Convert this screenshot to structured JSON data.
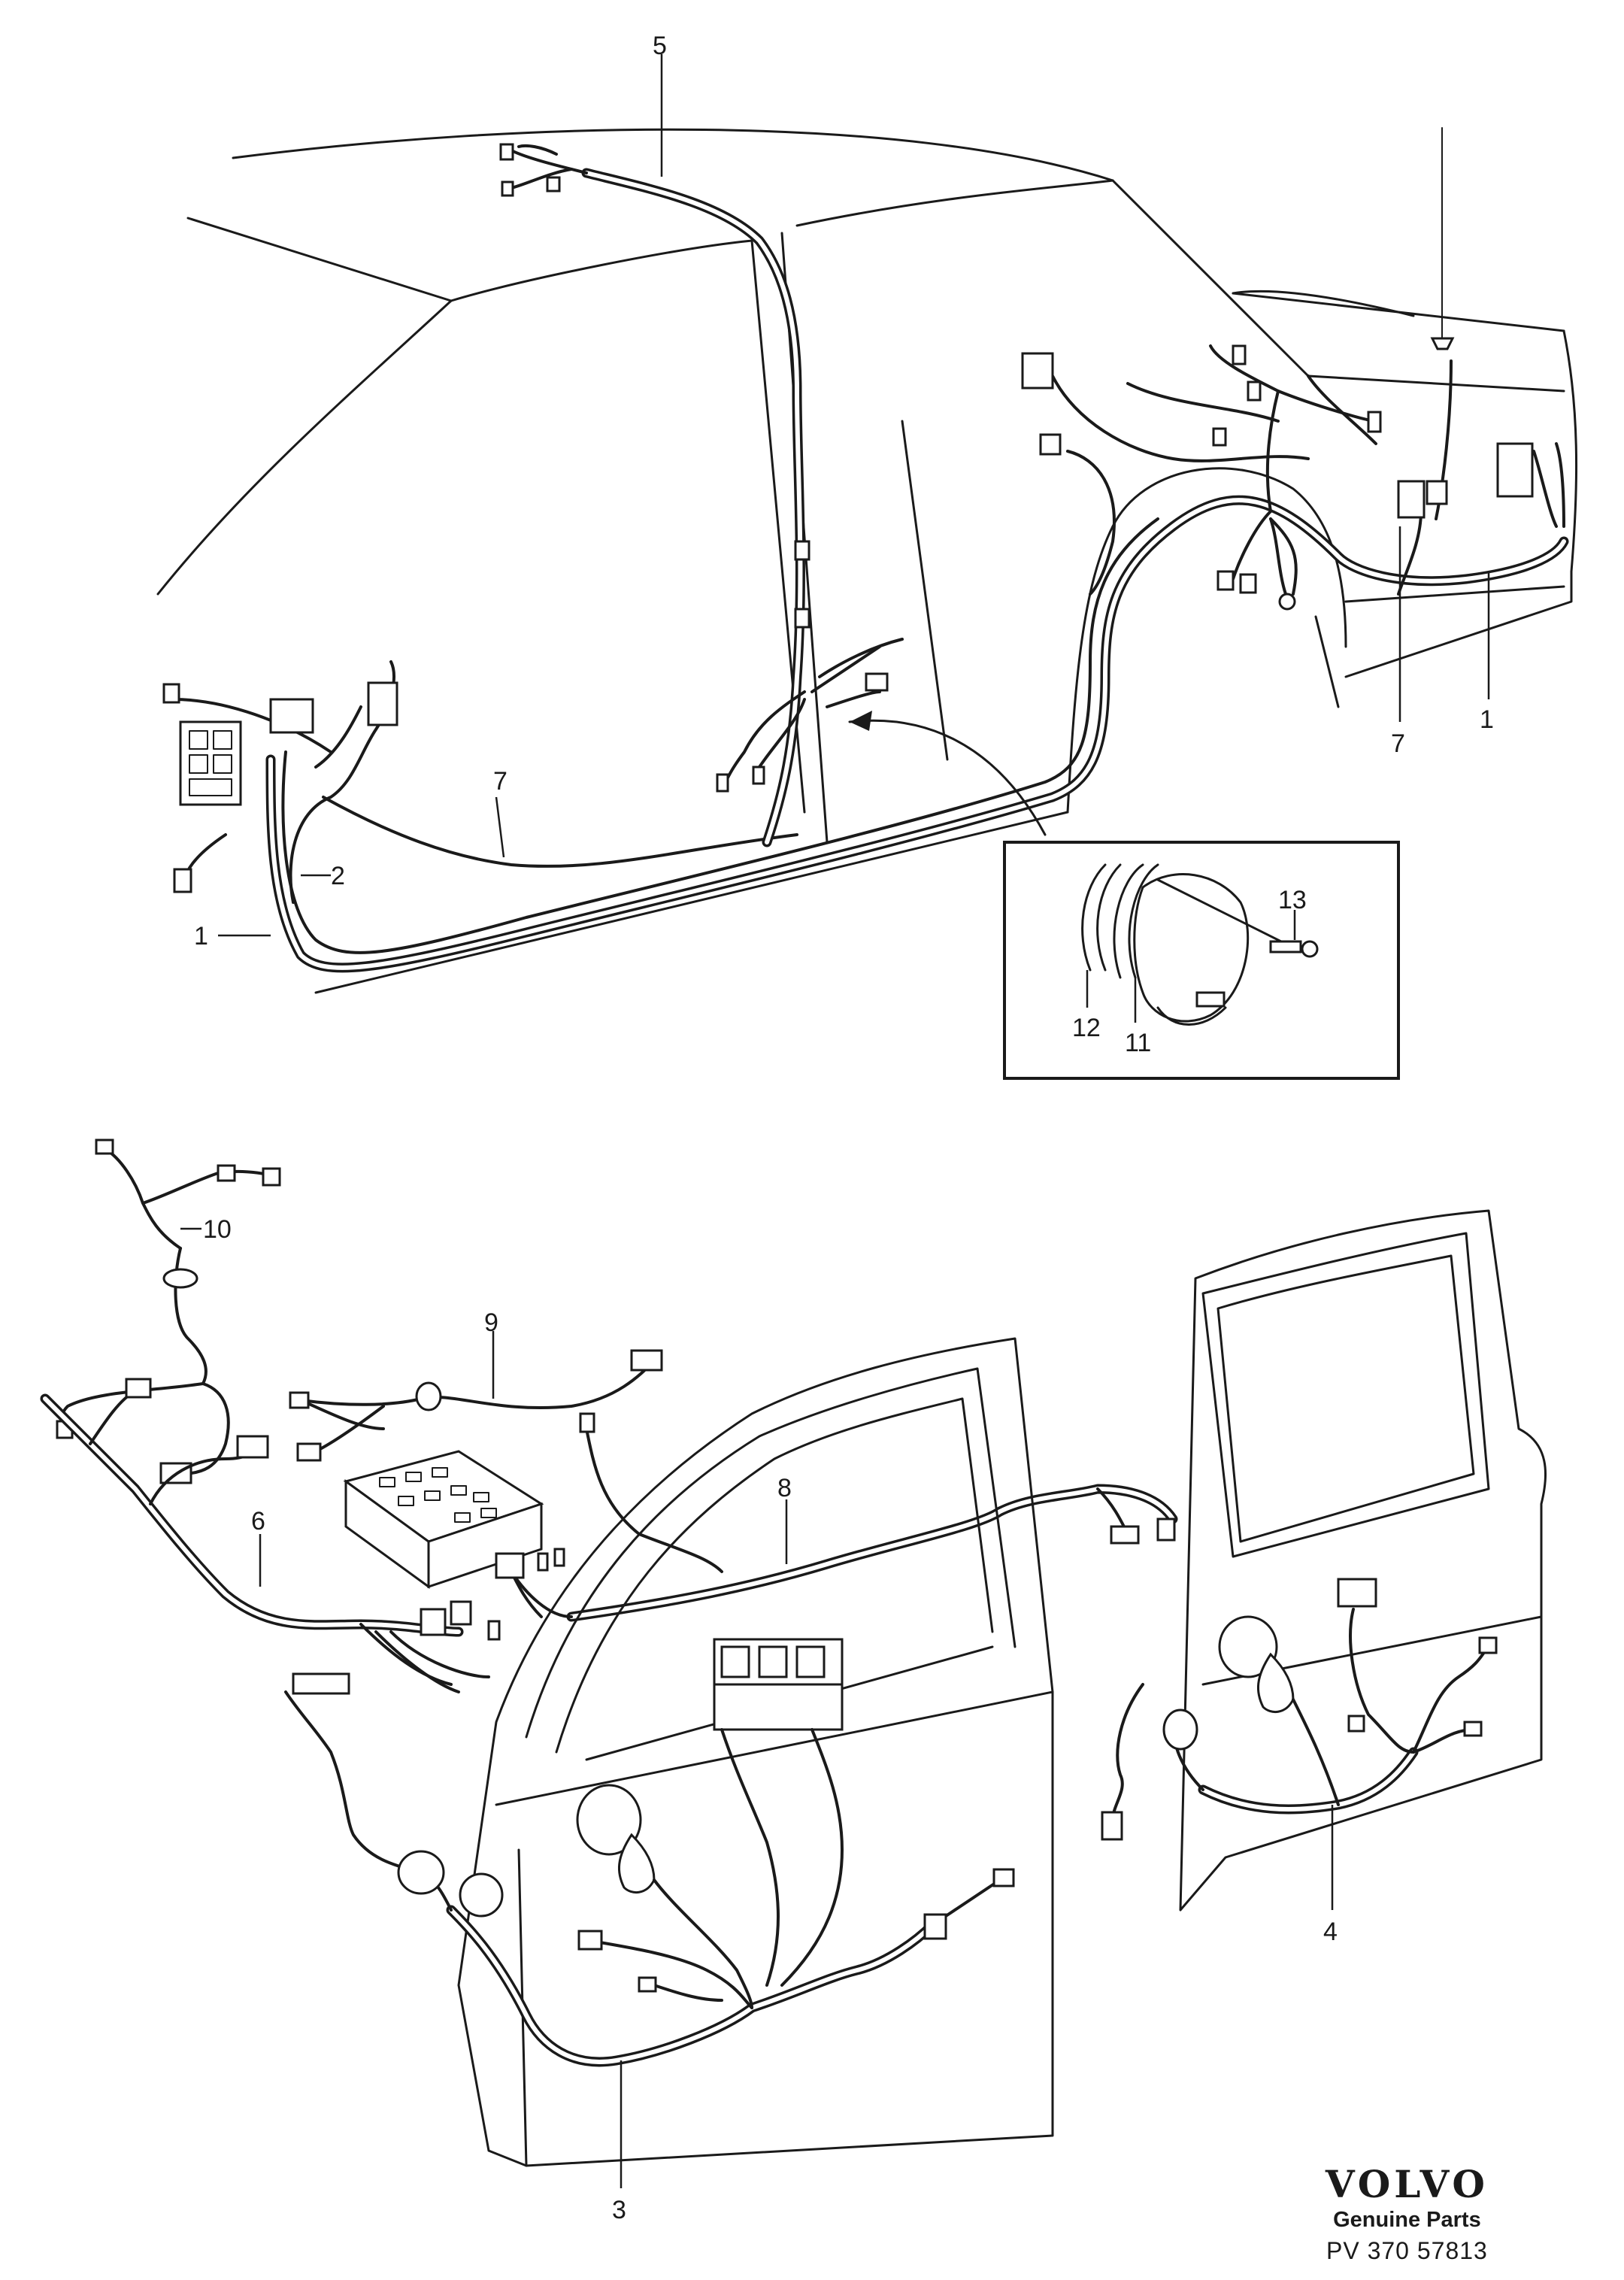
{
  "callouts": {
    "c1a": "1",
    "c1b": "1",
    "c2": "2",
    "c3": "3",
    "c4": "4",
    "c5": "5",
    "c6": "6",
    "c7a": "7",
    "c7b": "7",
    "c8": "8",
    "c9": "9",
    "c10": "10",
    "c11": "11",
    "c12": "12",
    "c13": "13"
  },
  "brand": {
    "logo": "VOLVO",
    "subtitle": "Genuine Parts",
    "code": "PV 370  57813"
  }
}
